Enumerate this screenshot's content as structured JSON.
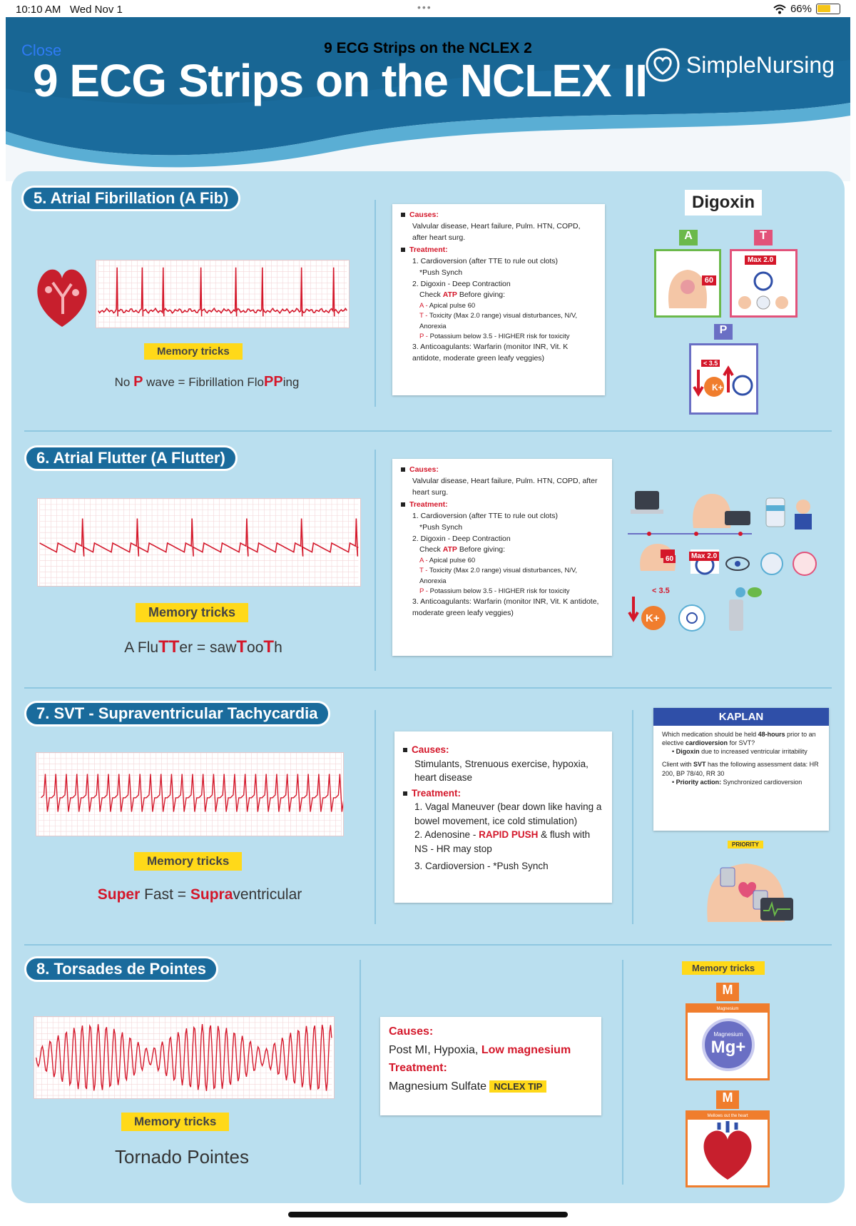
{
  "status_bar": {
    "time": "10:10 AM",
    "date": "Wed Nov 1",
    "battery": "66%",
    "battery_level": 0.66
  },
  "viewer": {
    "close_label": "Close",
    "title": "9 ECG Strips on the NCLEX 2"
  },
  "header": {
    "title": "9 ECG Strips on the NCLEX II",
    "brand": "SimpleNursing"
  },
  "colors": {
    "header_blue": "#1a6b9c",
    "panel": "#badfef",
    "accent_red": "#d4172a",
    "highlight": "#ffd919",
    "kaplan_blue": "#2f4fa8"
  },
  "memory_label": "Memory tricks",
  "sections": {
    "afib": {
      "title": "5. Atrial Fibrillation (A Fib)",
      "trick": {
        "a": "No ",
        "b": "P",
        "c": " wave = Fibrillation Flo",
        "d": "PP",
        "e": "ing"
      },
      "causes_label": "Causes:",
      "causes": "Valvular disease, Heart failure, Pulm. HTN, COPD, after heart surg.",
      "treatment_label": "Treatment:",
      "t1": "1. Cardioversion (after TTE to rule out clots)",
      "t1b": "*Push Synch",
      "t2": "2. Digoxin - Deep Contraction",
      "t2check_a": "Check ",
      "t2check_b": "ATP",
      "t2check_c": " Before giving:",
      "atp_a": "A - ",
      "atp_a_text": "Apical pulse 60",
      "atp_t": "T - ",
      "atp_t_text": "Toxicity (Max 2.0 range) visual disturbances, N/V, Anorexia",
      "atp_p": "P - ",
      "atp_p_text": "Potassium below 3.5 - HIGHER risk for toxicity",
      "t3": "3. Anticoagulants: Warfarin (monitor INR, Vit. K antidote, moderate green leafy veggies)",
      "drug": "Digoxin",
      "letter_a": "A",
      "letter_t": "T",
      "letter_p": "P",
      "pulse": "60",
      "max": "Max 2.0",
      "lt35": "< 3.5",
      "k": "K+"
    },
    "aflutter": {
      "title": "6. Atrial Flutter (A Flutter)",
      "trick": {
        "a": "A Flu",
        "b": "TT",
        "c": "er = saw",
        "d": "T",
        "e": "oo",
        "f": "T",
        "g": "h"
      },
      "causes_label": "Causes:",
      "causes": "Valvular disease, Heart failure, Pulm. HTN, COPD, after heart surg.",
      "treatment_label": "Treatment:",
      "t1": "1. Cardioversion (after TTE to rule out clots)",
      "t1b": "*Push Synch",
      "t2": "2. Digoxin - Deep Contraction",
      "t2check_a": "Check ",
      "t2check_b": "ATP",
      "t2check_c": " Before giving:",
      "atp_a": "A - ",
      "atp_a_text": "Apical pulse 60",
      "atp_t": "T - ",
      "atp_t_text": "Toxicity (Max 2.0 range) visual disturbances, N/V, Anorexia",
      "atp_p": "P - ",
      "atp_p_text": "Potassium below 3.5 - HIGHER risk for toxicity",
      "t3": "3. Anticoagulants: Warfarin (monitor INR, Vit. K antidote, moderate green leafy veggies)",
      "pulse": "60",
      "max": "Max 2.0",
      "lt35": "< 3.5",
      "k": "K+"
    },
    "svt": {
      "title": "7. SVT - Supraventricular Tachycardia",
      "trick": {
        "a": "Super",
        "b": " Fast = ",
        "c": "Supra",
        "d": "ventricular"
      },
      "causes_label": "Causes:",
      "causes": "Stimulants, Strenuous exercise, hypoxia, heart disease",
      "treatment_label": "Treatment:",
      "t1": "1. Vagal Maneuver (bear down like having a bowel movement, ice cold stimulation)",
      "t2a": "2. Adenosine - ",
      "t2b": "RAPID PUSH",
      "t2c": " & flush with NS - HR may stop",
      "t3": "3. Cardioversion - *Push Synch",
      "kaplan": {
        "header": "KAPLAN",
        "q1a": "Which medication should be held ",
        "q1b": "48-hours",
        "q1c": " prior to an elective ",
        "q1d": "cardioversion",
        "q1e": " for SVT?",
        "a1a": "Digoxin",
        "a1b": " due to increased ventricular irritability",
        "q2a": "Client with ",
        "q2b": "SVT",
        "q2c": " has the following assessment data: HR 200, BP 78/40, RR 30",
        "a2a": "Priority action:",
        "a2b": " Synchronized cardioversion"
      },
      "priority": "PRIORITY"
    },
    "torsades": {
      "title": "8. Torsades de Pointes",
      "trick": "Tornado Pointes",
      "causes_label": "Causes:",
      "causes_a": "Post MI, Hypoxia, ",
      "causes_b": "Low magnesium",
      "treatment_label": "Treatment:",
      "treatment": "Magnesium Sulfate",
      "tip": "NCLEX TIP",
      "m1": "M",
      "m1_caption": "Magnesium",
      "mg_small": "Magnesium",
      "mg": "Mg+",
      "m2": "M",
      "m2_caption": "Mellows out the heart"
    }
  }
}
